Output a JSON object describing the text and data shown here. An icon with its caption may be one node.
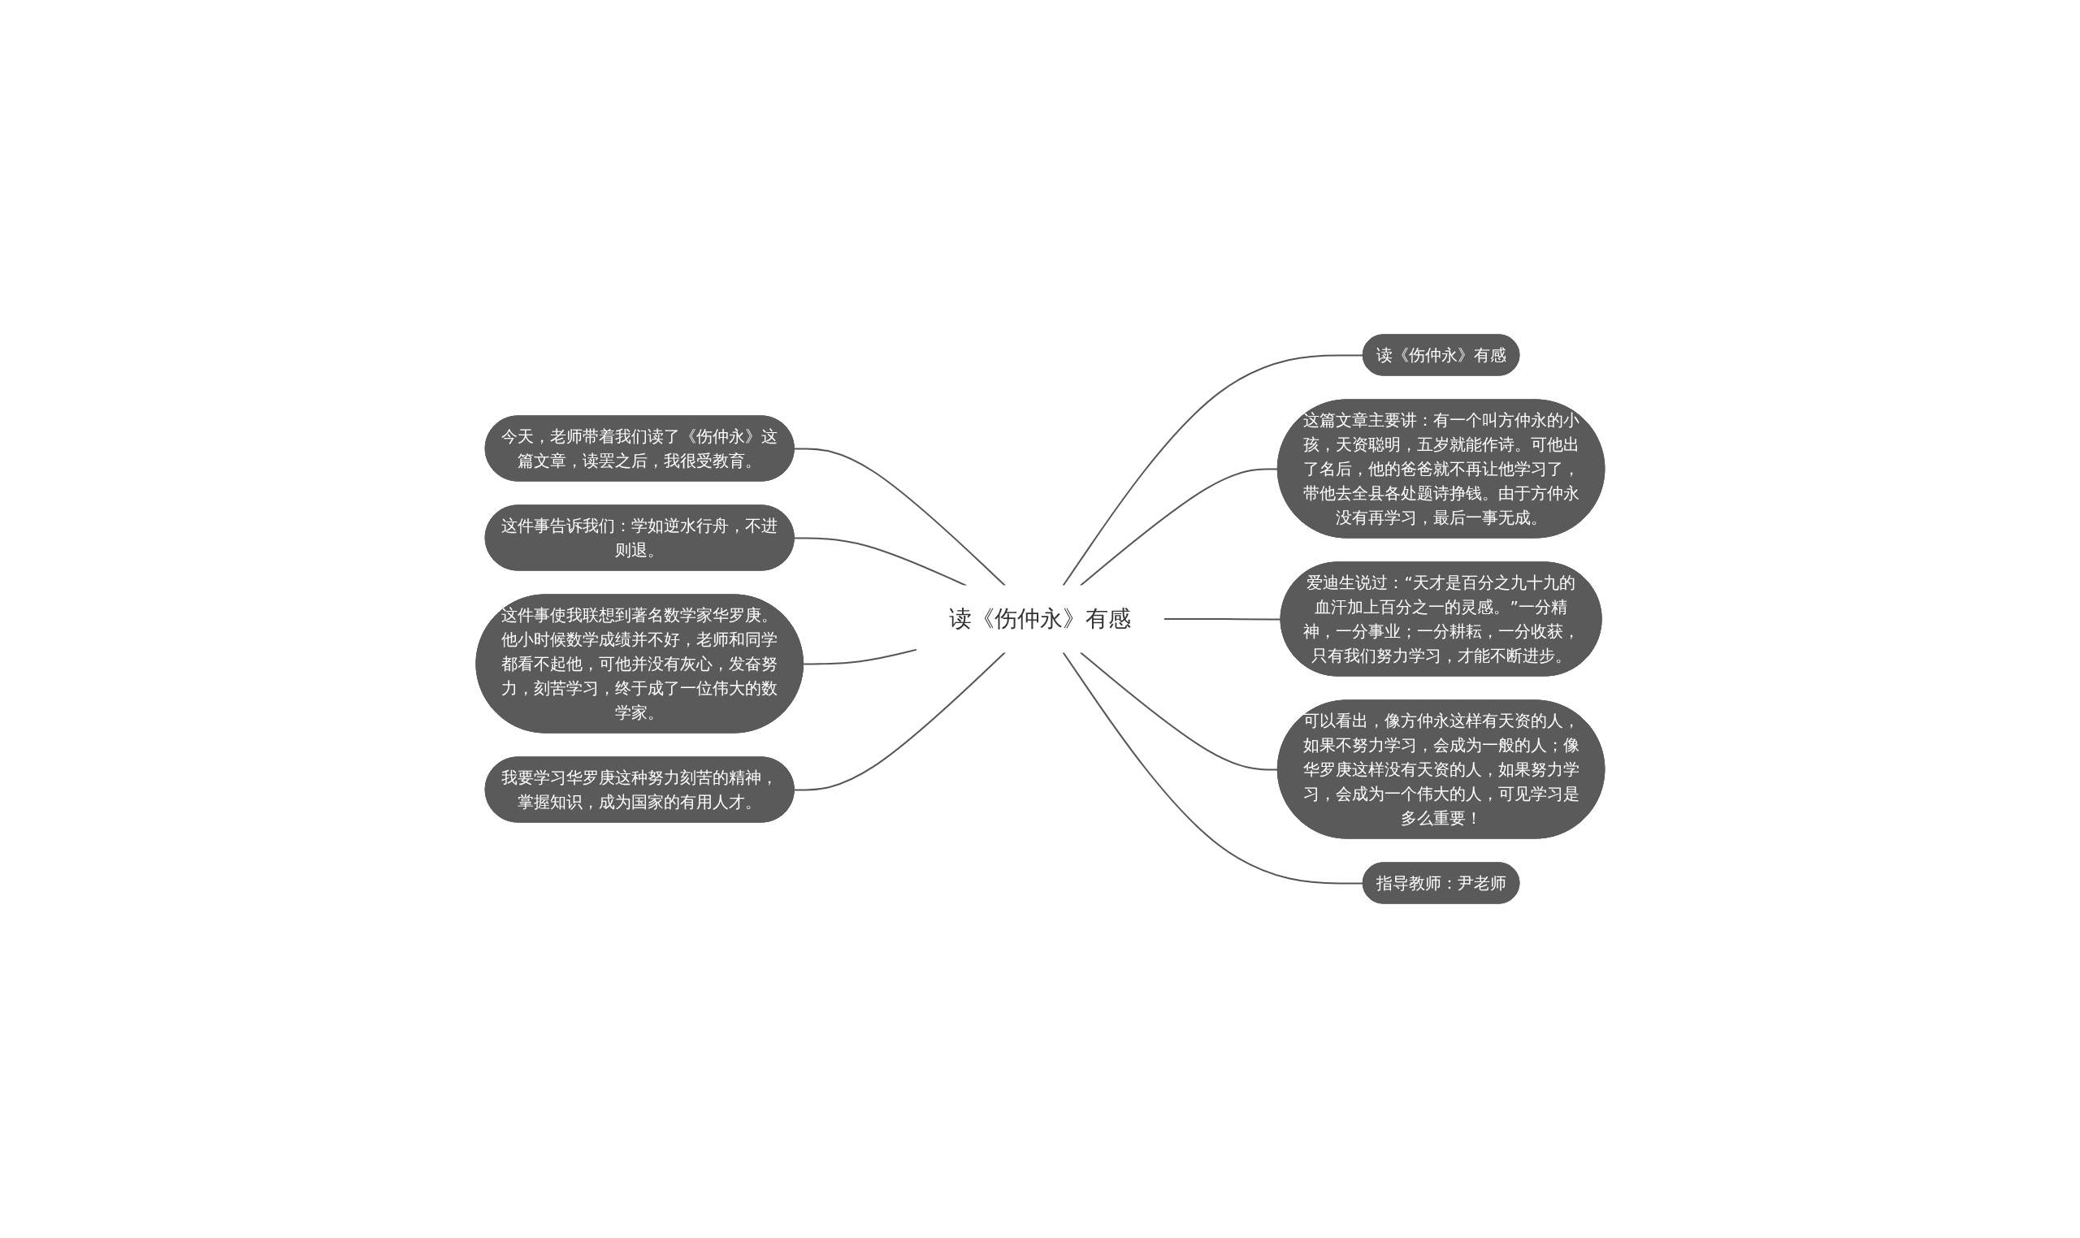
{
  "diagram": {
    "nodes": [
      {
        "text": [
          "读《伤仲永》有感"
        ]
      },
      {
        "text": [
          "读《伤仲永》有感"
        ]
      },
      {
        "text": [
          "这篇文章主要讲：有一个叫方仲永的小孩，天资聪明，五岁就能作诗。可他出了名后，他的爸爸就不再让他学习了，带他去全县各处题诗挣钱。由于方仲永没有再学习，最后一事无成。"
        ]
      },
      {
        "text": [
          "爱迪生说过：“天才是百分之九十九的血汗加上百分之一的灵感。”一分精神，一分事业；一分耕耘，一分收获，只有我们努力学习，才能不断进步。"
        ]
      },
      {
        "text": [
          "可以看出，像方仲永这样有天资的人，如果不努力学习，会成为一般的人；像华罗庚这样没有天资的人，如果努力学习，会成为一个伟大的人，可见学习是多么重要！"
        ]
      },
      {
        "text": [
          "指导教师：尹老师"
        ]
      },
      {
        "text": [
          "今天，老师带着我们读了《伤仲永》这篇文章，读罢之后，我很受教育。"
        ]
      },
      {
        "text": [
          "这件事告诉我们：学如逆水行舟，不进则退。"
        ]
      },
      {
        "text": [
          "这件事使我联想到著名数学家华罗庚。他小时候数学成绩并不好，老师和同学都看不起他，可他并没有灰心，发奋努力，刻苦学习，终于成了一位伟大的数学家。"
        ]
      },
      {
        "text": [
          "我要学习华罗庚这种努力刻苦的精神，掌握知识，成为国家的有用人才。"
        ]
      }
    ],
    "edges": [
      {
        "from": 0,
        "to": 1,
        "arrow": "none"
      },
      {
        "from": 0,
        "to": 2,
        "arrow": "none"
      },
      {
        "from": 0,
        "to": 3,
        "arrow": "none"
      },
      {
        "from": 0,
        "to": 4,
        "arrow": "none"
      },
      {
        "from": 0,
        "to": 5,
        "arrow": "none"
      },
      {
        "from": 6,
        "to": 0,
        "arrow": "none"
      },
      {
        "from": 7,
        "to": 0,
        "arrow": "none"
      },
      {
        "from": 8,
        "to": 0,
        "arrow": "none"
      },
      {
        "from": 9,
        "to": 0,
        "arrow": "none"
      }
    ]
  }
}
